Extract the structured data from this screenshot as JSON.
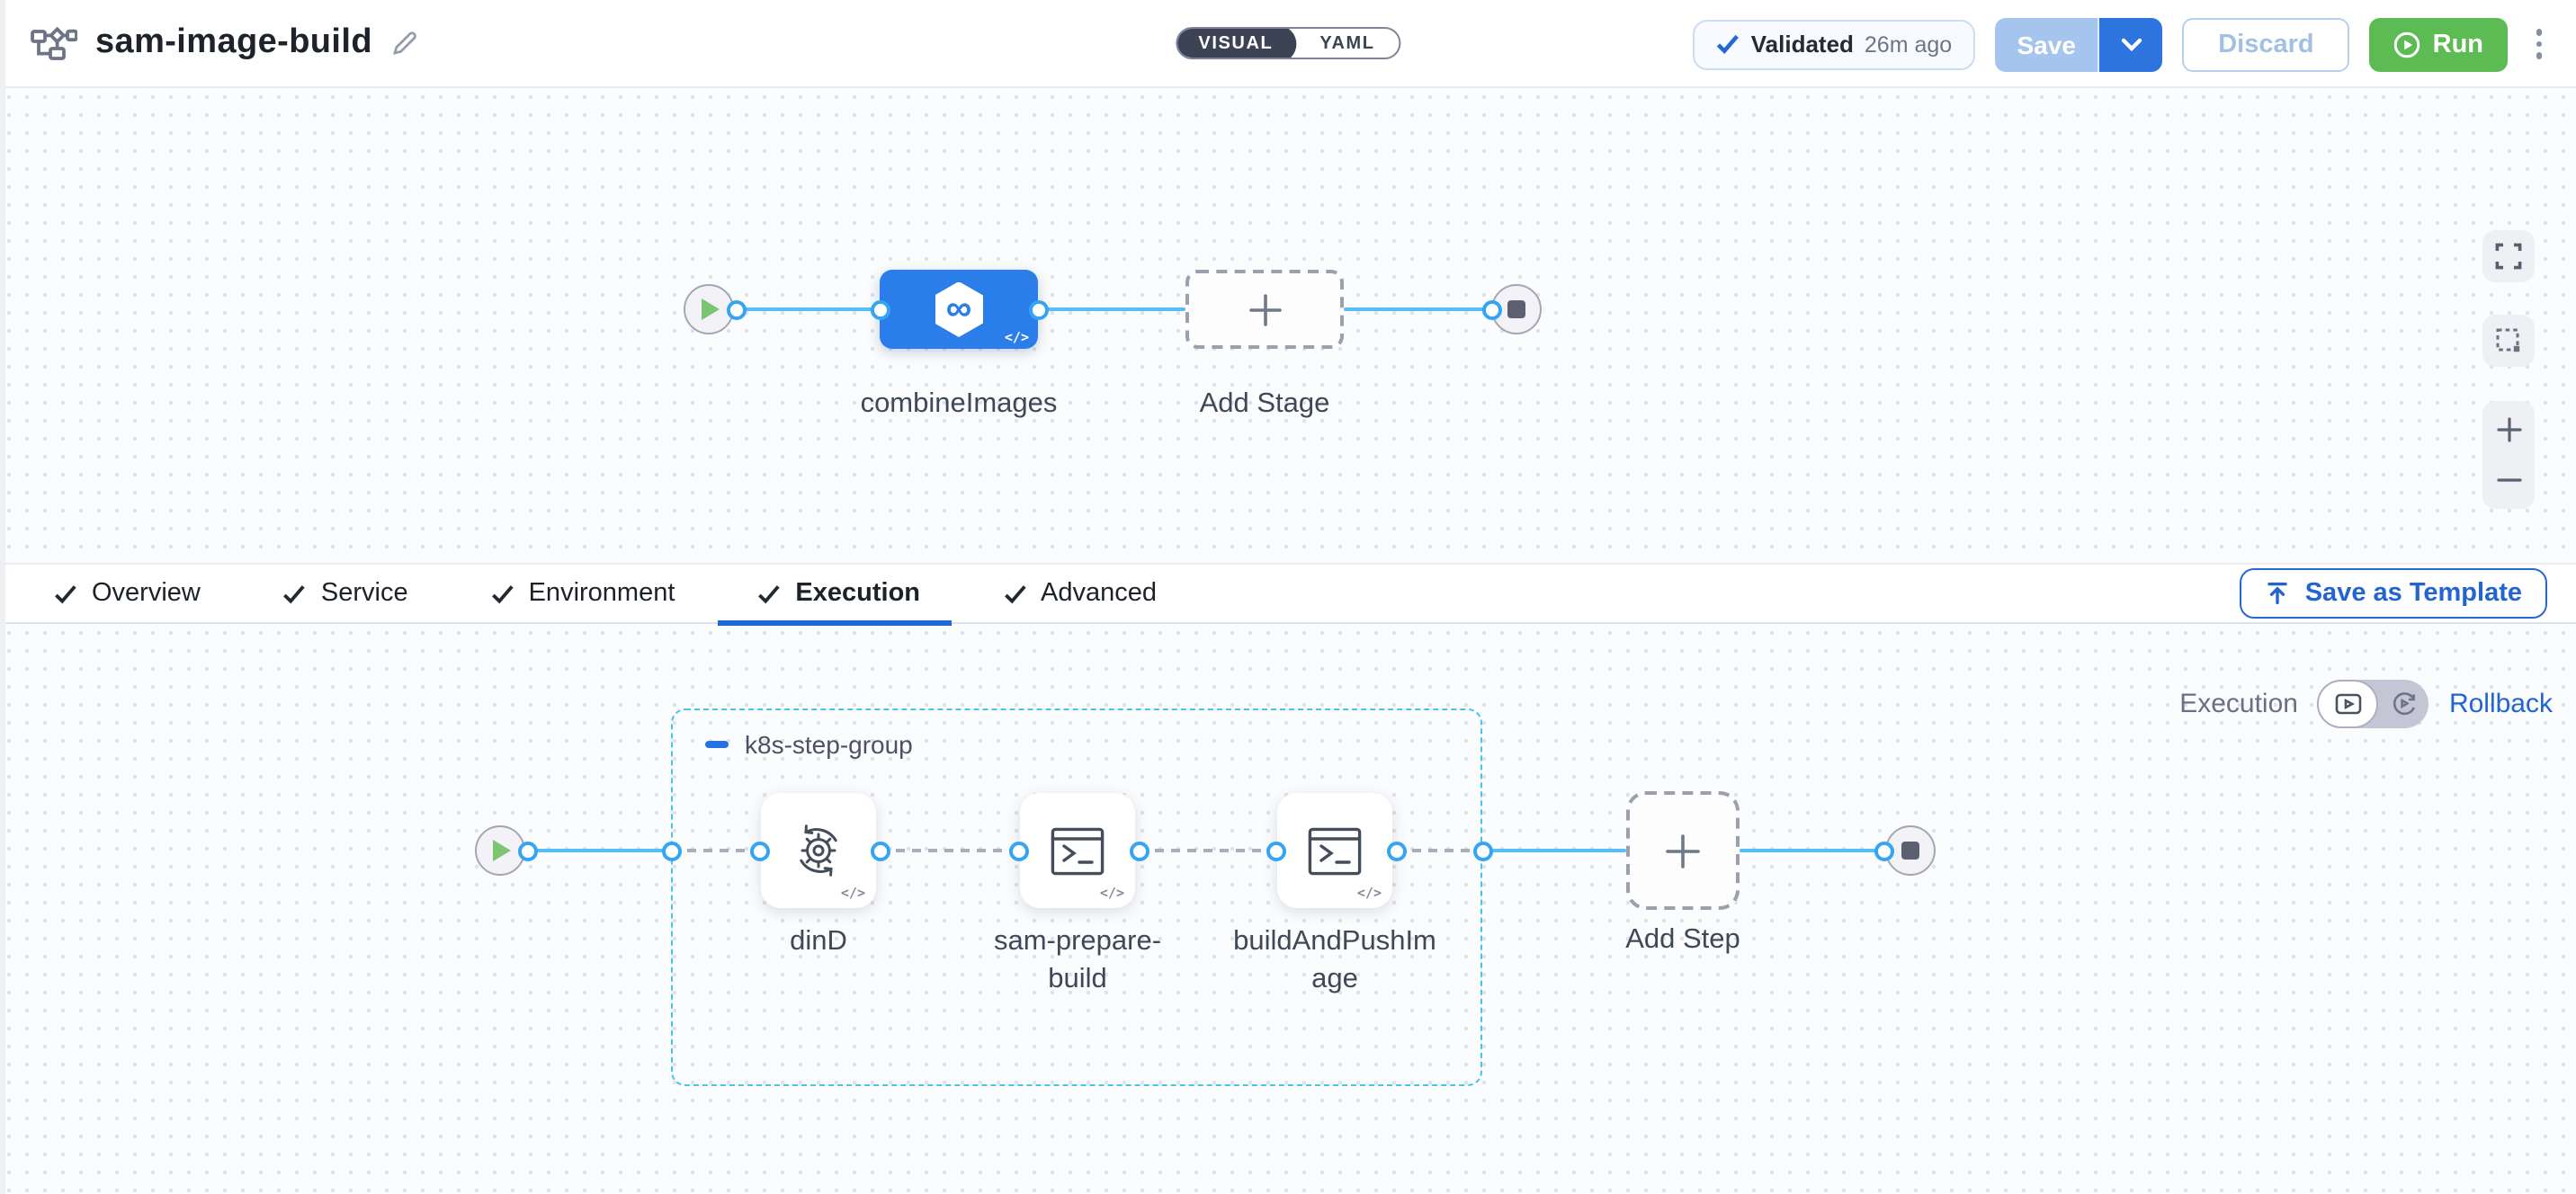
{
  "header": {
    "title": "sam-image-build",
    "mode_toggle": {
      "visual": "VISUAL",
      "yaml": "YAML",
      "selected": "VISUAL"
    },
    "validated": {
      "label": "Validated",
      "time_ago": "26m ago"
    },
    "save_label": "Save",
    "discard_label": "Discard",
    "run_label": "Run"
  },
  "stage_pipeline": {
    "stage_name": "combineImages",
    "add_stage_label": "Add Stage"
  },
  "config_tabs": {
    "items": [
      {
        "label": "Overview",
        "checked": true
      },
      {
        "label": "Service",
        "checked": true
      },
      {
        "label": "Environment",
        "checked": true
      },
      {
        "label": "Execution",
        "checked": true,
        "active": true
      },
      {
        "label": "Advanced",
        "checked": true
      }
    ],
    "save_as_template_label": "Save as Template"
  },
  "execution_view": {
    "mode_switch": {
      "left_label": "Execution",
      "right_label": "Rollback",
      "selected": "Execution"
    },
    "step_group": {
      "name": "k8s-step-group"
    },
    "steps": [
      {
        "name": "dinD"
      },
      {
        "name": "sam-prepare-build"
      },
      {
        "name": "buildAndPushImage"
      }
    ],
    "add_step_label": "Add Step"
  },
  "colors": {
    "stage_blue": "#2b7de9",
    "connector_blue": "#56bef7",
    "port_ring_blue": "#35a5f3",
    "group_border_cyan": "#44c5ec",
    "run_green": "#5cbb53",
    "play_green": "#7cc472",
    "tab_underline_blue": "#2068d8",
    "link_blue": "#2264d1"
  }
}
